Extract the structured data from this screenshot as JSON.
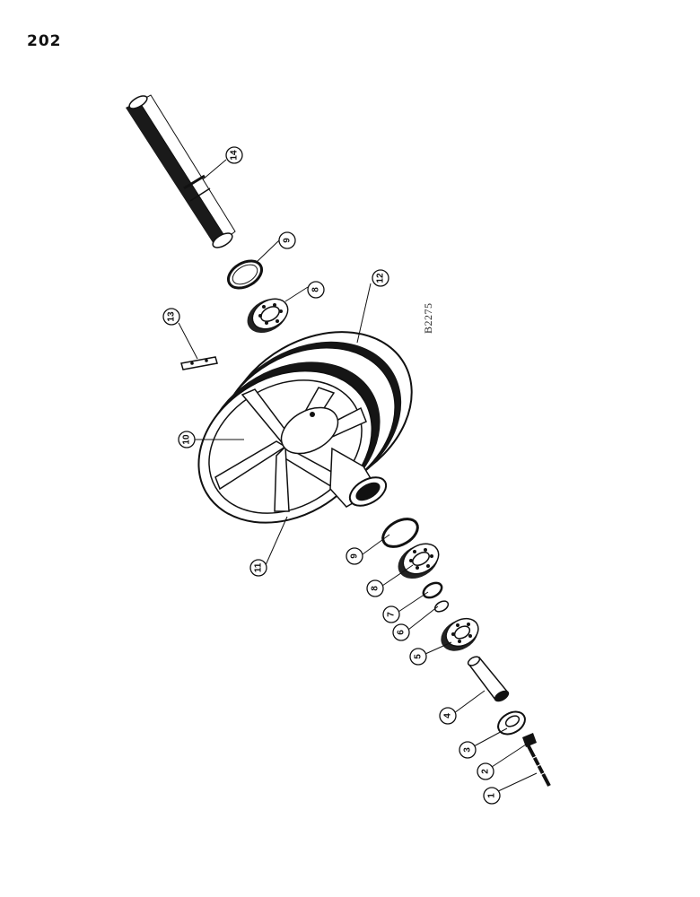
{
  "page": {
    "number": "202",
    "figure_code": "B2275"
  },
  "callouts": [
    {
      "id": "1",
      "label": "1"
    },
    {
      "id": "2",
      "label": "2"
    },
    {
      "id": "3",
      "label": "3"
    },
    {
      "id": "4",
      "label": "4"
    },
    {
      "id": "5",
      "label": "5"
    },
    {
      "id": "6",
      "label": "6"
    },
    {
      "id": "7",
      "label": "7"
    },
    {
      "id": "8a",
      "label": "8"
    },
    {
      "id": "9a",
      "label": "9"
    },
    {
      "id": "10",
      "label": "10"
    },
    {
      "id": "11",
      "label": "11"
    },
    {
      "id": "12",
      "label": "12"
    },
    {
      "id": "13",
      "label": "13"
    },
    {
      "id": "8b",
      "label": "8"
    },
    {
      "id": "9b",
      "label": "9"
    },
    {
      "id": "14",
      "label": "14"
    }
  ]
}
